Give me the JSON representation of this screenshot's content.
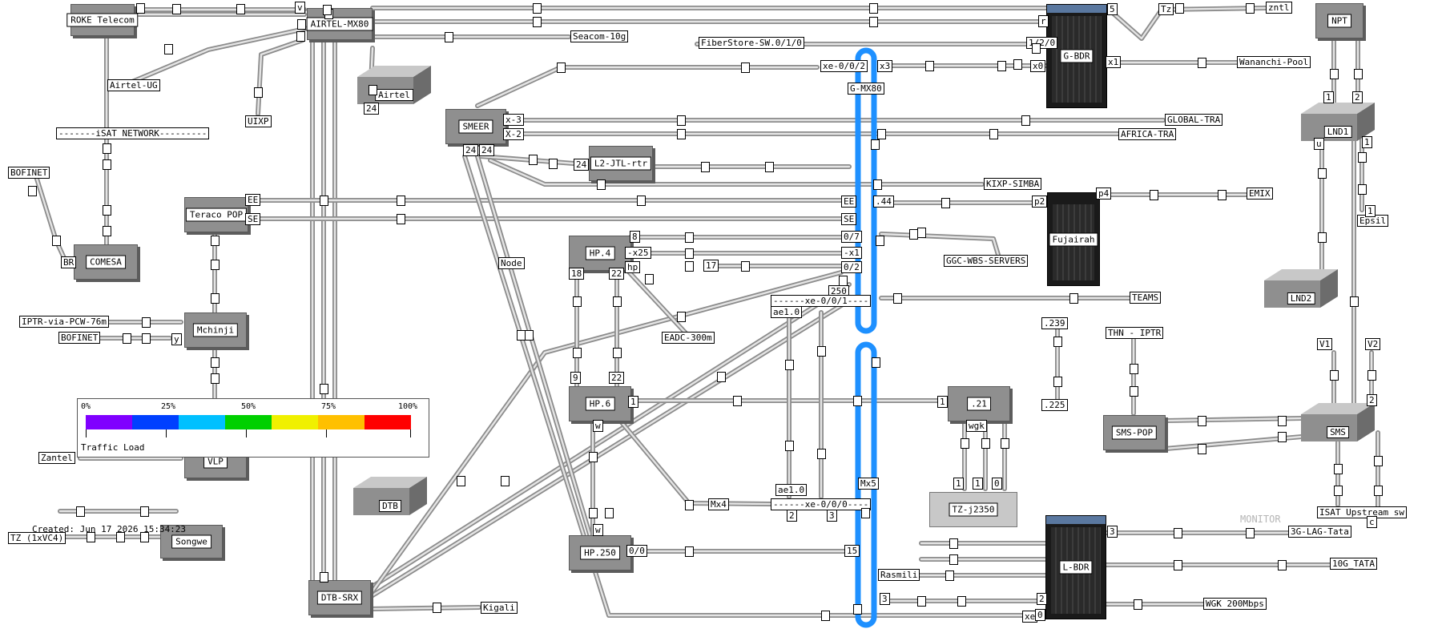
{
  "colors": {
    "ring": "#1e90ff",
    "link": "#8c8c8c"
  },
  "legend": {
    "title": "Traffic Load",
    "ticks": [
      "0%",
      "25%",
      "50%",
      "75%",
      "100%"
    ],
    "colors": [
      "#8000ff",
      "#0040ff",
      "#00c0ff",
      "#00d000",
      "#f0f000",
      "#ffc000",
      "#ff0000"
    ]
  },
  "created": "Created: Jun 17 2026 15:34:23",
  "monitor": "MONITOR",
  "nodes": {
    "roke": "ROKE Telecom",
    "airtelmx": "AIRTEL-MX80",
    "airtel": "Airtel",
    "smeer": "SMEER",
    "teraco": "Teraco POP",
    "comesa": "COMESA",
    "mchinji": "Mchinji",
    "vlp": "VLP",
    "songwe": "Songwe",
    "dtb": "DTB",
    "dtbsrx": "DTB-SRX",
    "l2jtl": "L2-JTL-rtr",
    "hp4": "HP.4",
    "hp6": "HP.6",
    "hp250": "HP.250",
    "gbdr": "G-BDR",
    "gmx": "G-MX80",
    "fujairah": "Fujairah",
    "n21": ".21",
    "tzj": "TZ-j2350",
    "lbdr": "L-BDR",
    "npt": "NPT",
    "lnd1": "LND1",
    "lnd2": "LND2",
    "sms": "SMS",
    "smspop": "SMS-POP"
  },
  "labels": {
    "seacom": "Seacom-10g",
    "airtelug": "Airtel-UG",
    "uixp": "UIXP",
    "isat": "-------iSAT NETWORK---------",
    "bofinet1": "BOFINET",
    "br": "BR",
    "iptr": "IPTR-via-PCW-76m",
    "bofinet2": "BOFINET",
    "y": "y",
    "zantel": "Zantel",
    "tz": "TZ (1xVC4)",
    "kigali": "Kigali",
    "node": "Node",
    "fiberstore": "FiberStore-SW.0/1/0",
    "p120": "1/2/0",
    "xe002": "xe-0/0/2",
    "x3": "x3",
    "x0": "x0",
    "x1": "x1",
    "wananchi": "Wananchi-Pool",
    "tzr": "Tz",
    "zntl": "zntl",
    "p5": "5",
    "r": "r",
    "v": "v",
    "x3b": "x-3",
    "x2b": "X-2",
    "global": "GLOBAL-TRA",
    "africa": "AFRICA-TRA",
    "kixp": "KIXP-SIMBA",
    "p44": ".44",
    "p2": "p2",
    "p4": "p4",
    "emix": "EMIX",
    "ggc": "GGC-WBS-SERVERS",
    "teams": "TEAMS",
    "ee1": "EE",
    "se1": "SE",
    "ee2": "EE",
    "se2": "SE",
    "p24a": "24",
    "p24b": "24",
    "p24c": "24",
    "p24d": "24",
    "p8": "8",
    "x25": "-x25",
    "hp": "hp",
    "p17": "17",
    "p07": "0/7",
    "x1b": "-x1",
    "p02": "0/2",
    "p250": "250",
    "xe001": "------xe-0/0/1----",
    "ae10a": "ae1.0",
    "eadc": "EADC-300m",
    "p18": "18",
    "p22a": "22",
    "p9": "9",
    "p22b": "22",
    "p1a": "1",
    "p1b": "1",
    "w1": "w",
    "w2": "w",
    "mx4": "Mx4",
    "xe000": "------xe-0/0/0----",
    "ae10b": "ae1.0",
    "p2b": "2",
    "p3": "3",
    "mx5": "Mx5",
    "p00": "0/0",
    "p15": "15",
    "p239": ".239",
    "p225": ".225",
    "thn": "THN - IPTR",
    "wgk": "wgk",
    "p1c": "1",
    "p1d": "1",
    "p0a": "0",
    "rasmili": "Rasmili",
    "p3b": "3",
    "p2c": "2",
    "xe": "xe",
    "p0b": "0",
    "lag": "3G-LAG-Tata",
    "tata10": "10G_TATA",
    "wgk200": "WGK 200Mbps",
    "p3c": "3",
    "isatup": "ISAT Upstream sw",
    "c": "c",
    "epsil": "Epsil",
    "p1e": "1",
    "p2d": "2",
    "u": "u",
    "v1": "V1",
    "v2": "V2",
    "p2e": "2",
    "p1f": "1",
    "p1g": "1"
  }
}
